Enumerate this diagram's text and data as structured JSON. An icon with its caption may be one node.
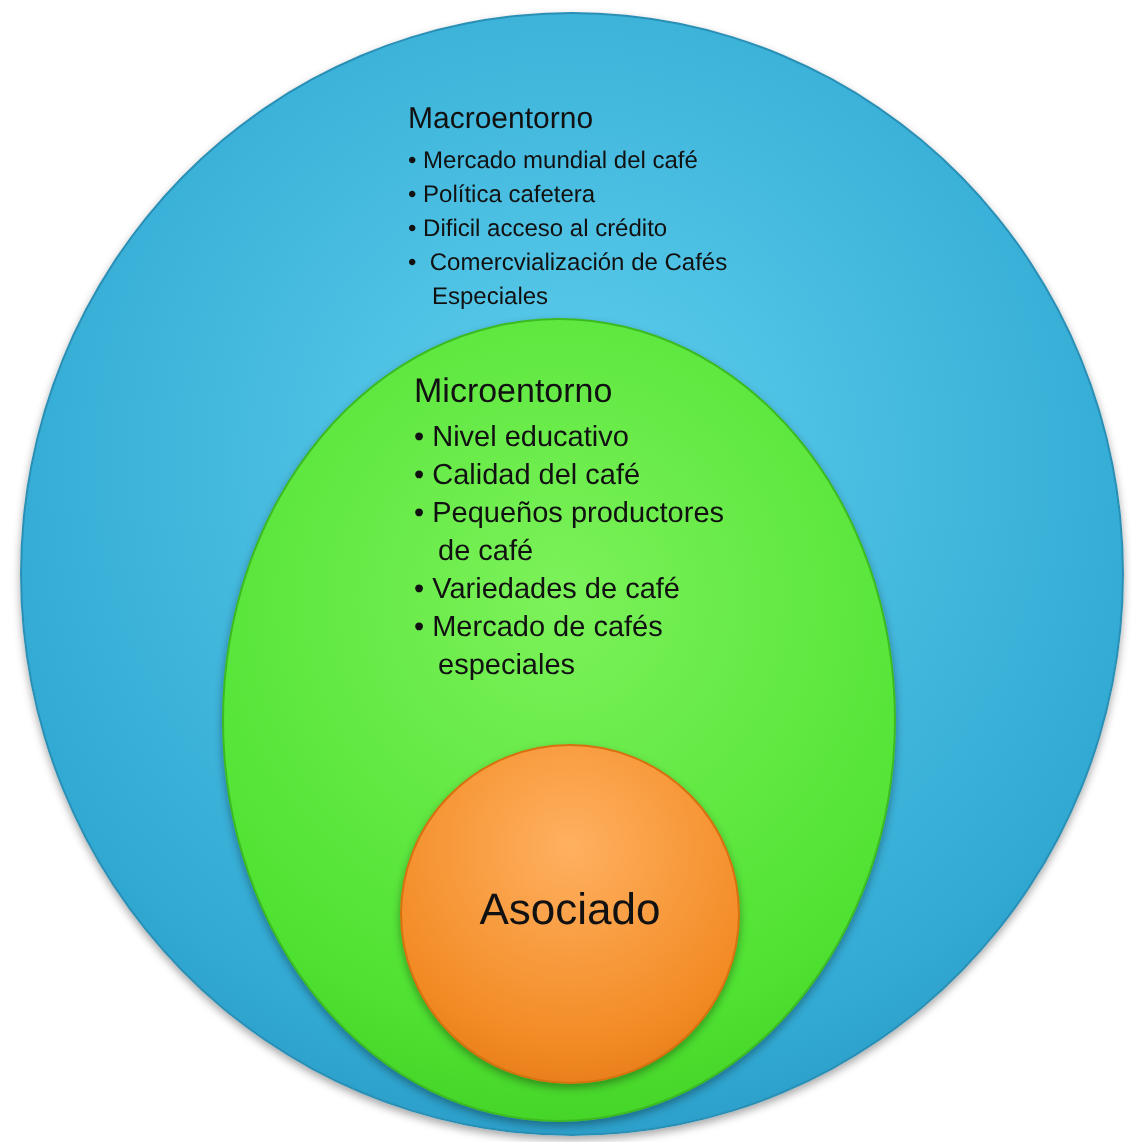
{
  "diagram": {
    "nodes": [
      {
        "text": [
          "Macroentorno",
          "• Mercado mundial del café",
          "• Política cafetera",
          "• Dificil acceso al crédito",
          "•  Comercvialización de Cafés Especiales"
        ]
      },
      {
        "text": [
          "Microentorno",
          "• Nivel educativo",
          "• Calidad del café",
          "• Pequeños productores de café",
          "• Variedades de café",
          "• Mercado de cafés especiales"
        ],
        "in": 0
      },
      {
        "text": [
          "Asociado"
        ],
        "in": 1
      }
    ]
  }
}
